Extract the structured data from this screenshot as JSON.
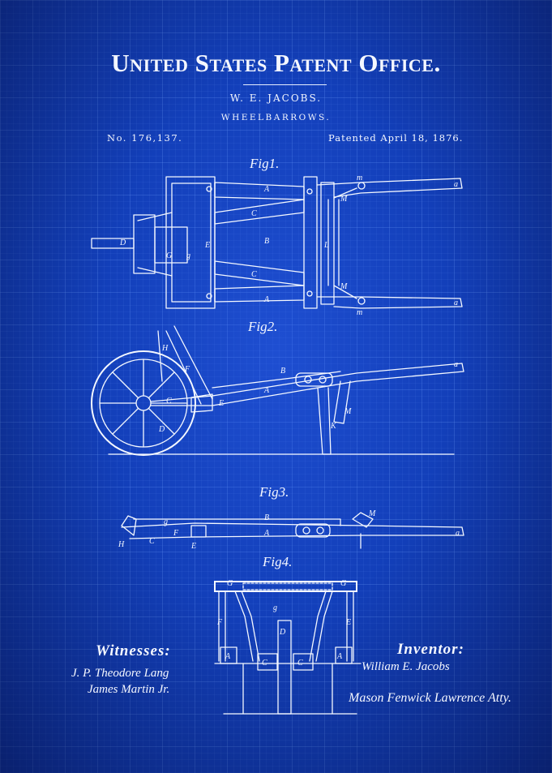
{
  "header": {
    "office": "United States Patent Office.",
    "inventor": "W. E. JACOBS.",
    "subject": "WHEELBARROWS.",
    "patent_number": "No. 176,137.",
    "patent_date": "Patented April 18, 1876."
  },
  "figures": {
    "fig1": "Fig1.",
    "fig2": "Fig2.",
    "fig3": "Fig3.",
    "fig4": "Fig4."
  },
  "footer": {
    "witnesses_label": "Witnesses:",
    "witness_1": "J. P. Theodore Lang",
    "witness_2": "James Martin Jr.",
    "inventor_label": "Inventor:",
    "inventor_signature": "William E. Jacobs",
    "attorney_signature": "Mason Fenwick Lawrence Atty."
  },
  "colors": {
    "background": "#1240b8",
    "line": "#f4f8ff"
  }
}
